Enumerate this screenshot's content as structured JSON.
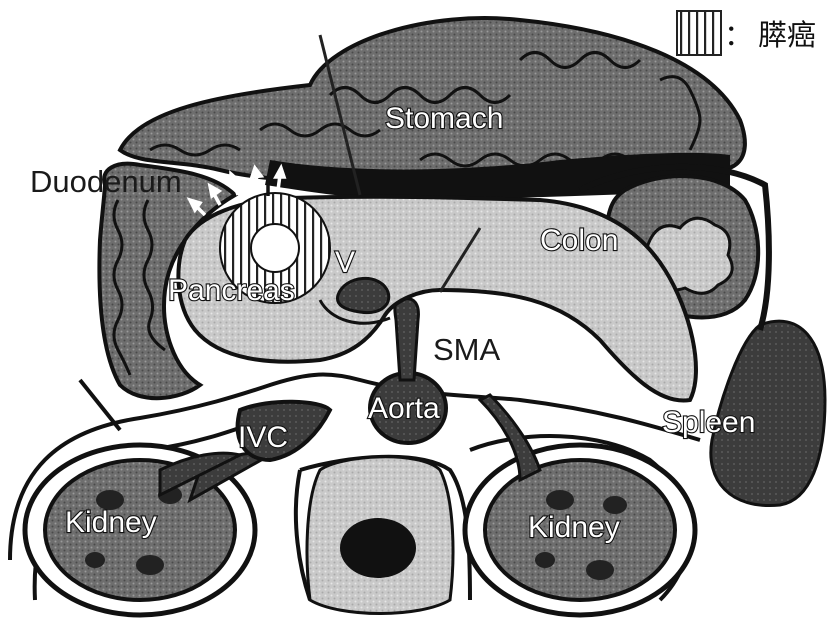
{
  "legend": {
    "separator": "：",
    "label": "膵癌"
  },
  "labels": {
    "stomach": "Stomach",
    "duodenum": "Duodenum",
    "colon": "Colon",
    "pancreas": "Pancreas",
    "v": "V",
    "sma": "SMA",
    "aorta": "Aorta",
    "ivc": "IVC",
    "spleen": "Spleen",
    "kidney_left": "Kidney",
    "kidney_right": "Kidney"
  }
}
